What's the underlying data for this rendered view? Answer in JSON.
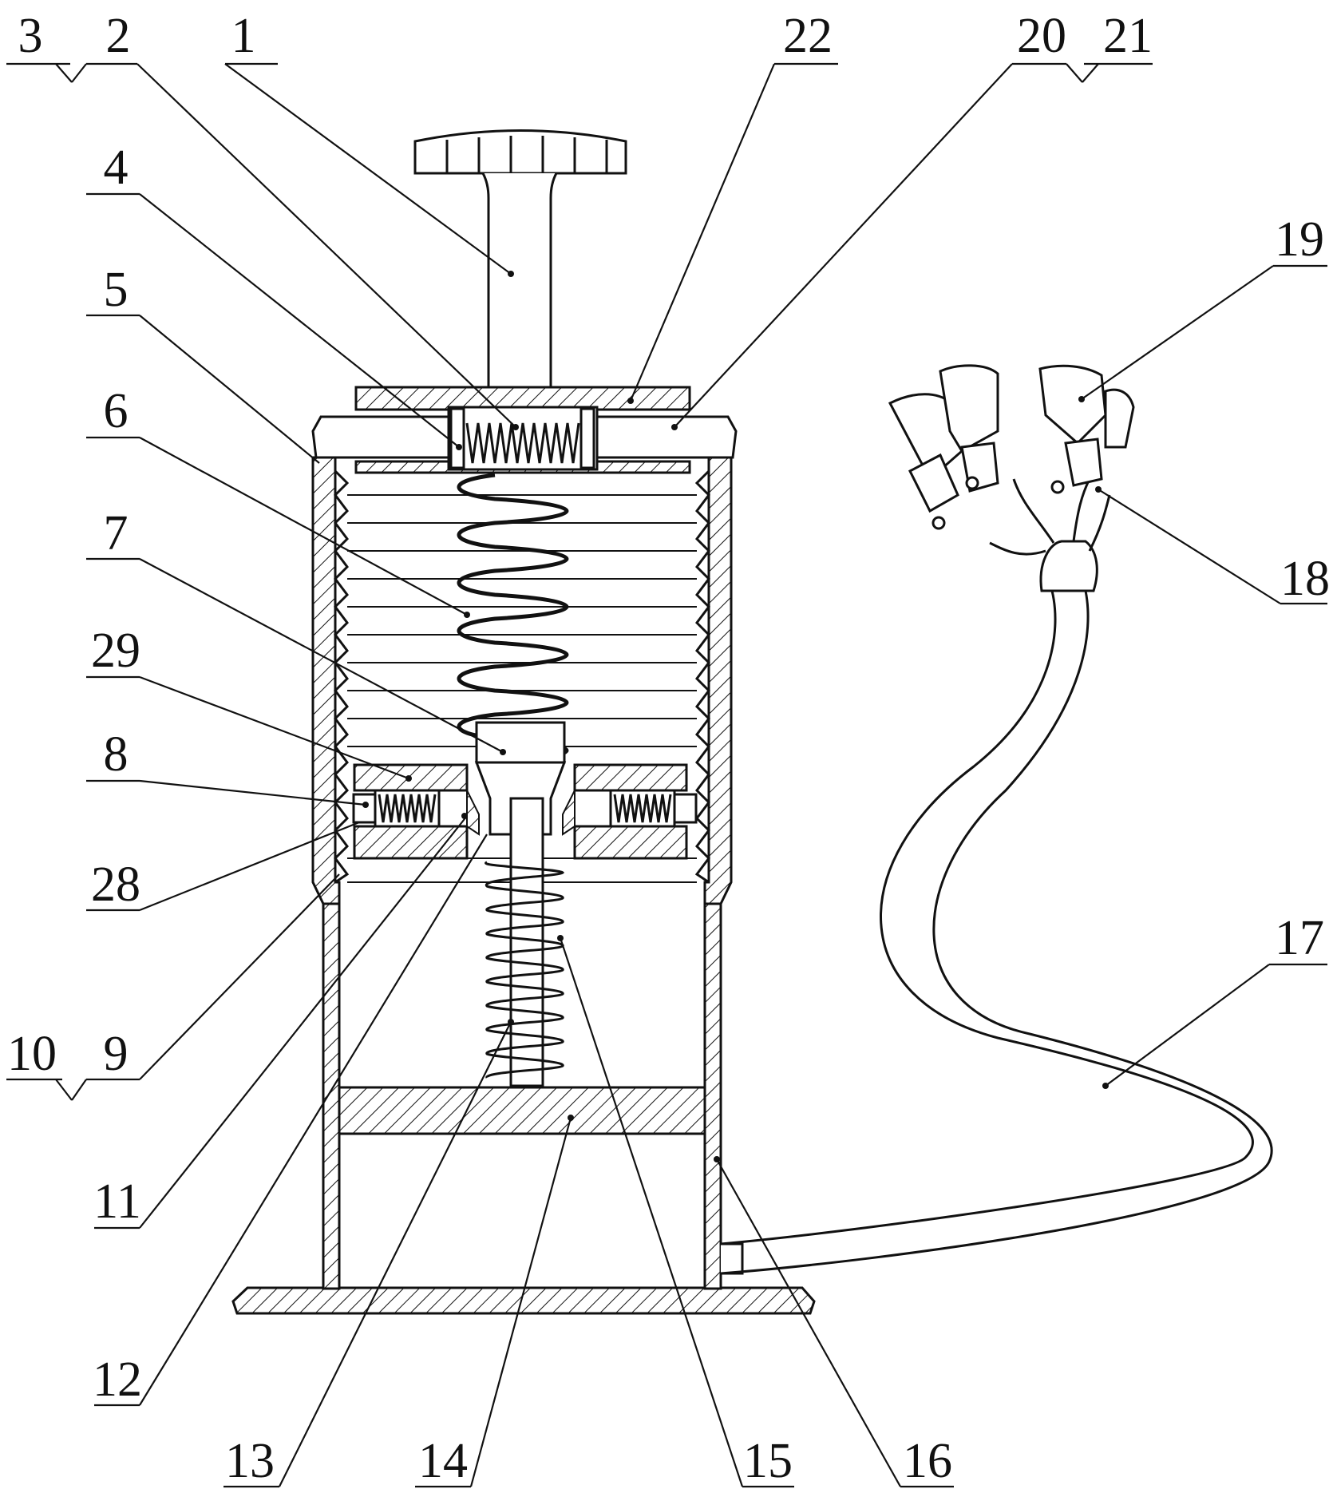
{
  "figure": {
    "labels": [
      {
        "id": "1",
        "text": "1"
      },
      {
        "id": "2",
        "text": "2"
      },
      {
        "id": "3",
        "text": "3"
      },
      {
        "id": "4",
        "text": "4"
      },
      {
        "id": "5",
        "text": "5"
      },
      {
        "id": "6",
        "text": "6"
      },
      {
        "id": "7",
        "text": "7"
      },
      {
        "id": "8",
        "text": "8"
      },
      {
        "id": "9",
        "text": "9"
      },
      {
        "id": "10",
        "text": "10"
      },
      {
        "id": "11",
        "text": "11"
      },
      {
        "id": "12",
        "text": "12"
      },
      {
        "id": "13",
        "text": "13"
      },
      {
        "id": "14",
        "text": "14"
      },
      {
        "id": "15",
        "text": "15"
      },
      {
        "id": "16",
        "text": "16"
      },
      {
        "id": "17",
        "text": "17"
      },
      {
        "id": "18",
        "text": "18"
      },
      {
        "id": "19",
        "text": "19"
      },
      {
        "id": "20",
        "text": "20"
      },
      {
        "id": "21",
        "text": "21"
      },
      {
        "id": "22",
        "text": "22"
      },
      {
        "id": "28",
        "text": "28"
      },
      {
        "id": "29",
        "text": "29"
      }
    ]
  }
}
